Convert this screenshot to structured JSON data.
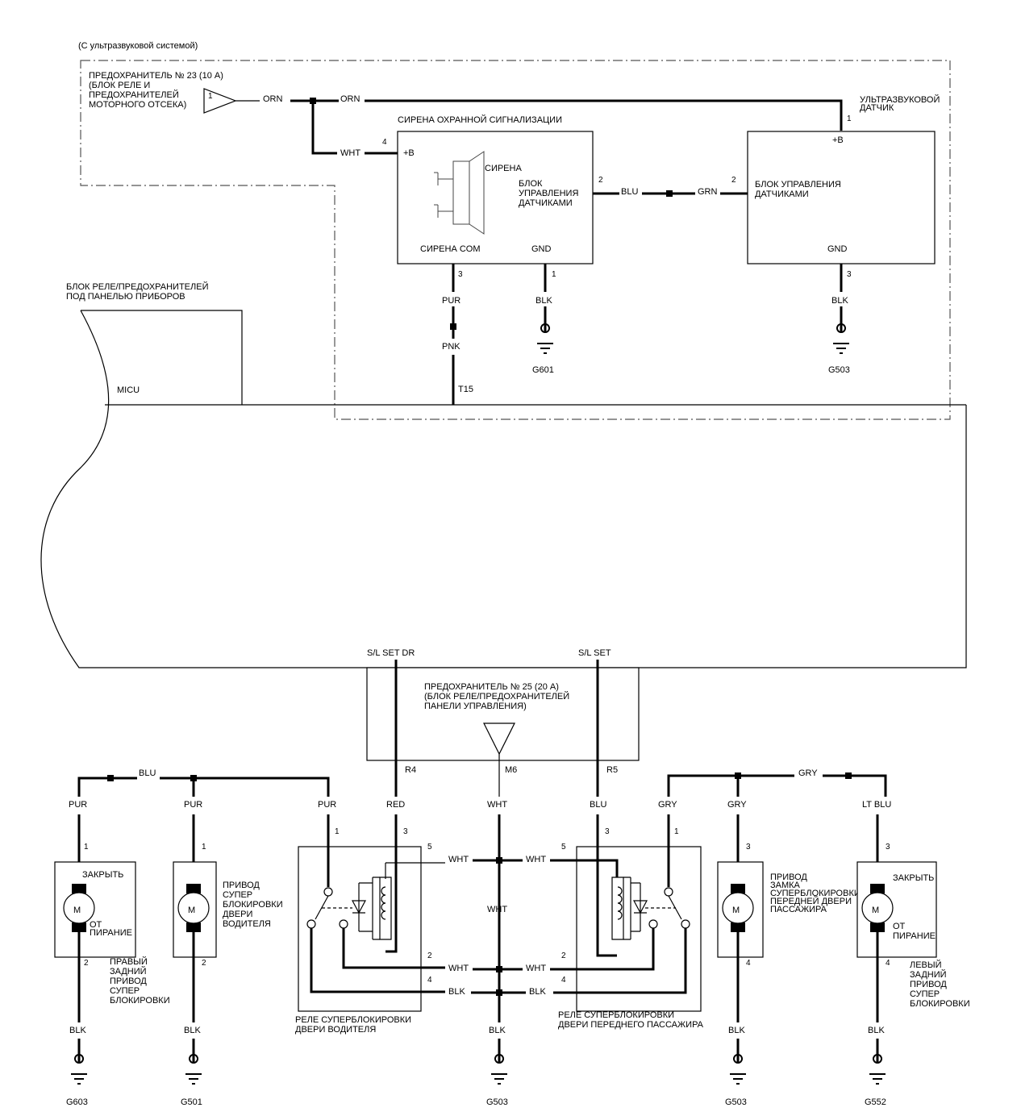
{
  "scope_note": "(С ультразвуковой системой)",
  "fuse23": {
    "line1": "ПРЕДОХРАНИТЕЛЬ № 23 (10 А)",
    "line2": "(БЛОК РЕЛЕ И",
    "line3": "ПРЕДОХРАНИТЕЛЕЙ",
    "line4": "МОТОРНОГО ОТСЕКА)",
    "pin": "1"
  },
  "siren_block": {
    "title": "СИРЕНА ОХРАННОЙ СИГНАЛИЗАЦИИ",
    "plus_b": "+B",
    "siren": "СИРЕНА",
    "ctrl1": "БЛОК",
    "ctrl2": "УПРАВЛЕНИЯ",
    "ctrl3": "ДАТЧИКАМИ",
    "com": "СИРЕНА COM",
    "gnd": "GND",
    "pin_b": "4",
    "pin_ctrl": "2",
    "pin_com": "3",
    "pin_gnd": "1"
  },
  "ultrasonic": {
    "label1": "УЛЬТРАЗВУКОВОЙ",
    "label2": "ДАТЧИК",
    "plus_b": "+B",
    "ctrl1": "БЛОК УПРАВЛЕНИЯ",
    "ctrl2": "ДАТЧИКАМИ",
    "gnd": "GND",
    "pin_b": "1",
    "pin_ctrl": "2",
    "pin_gnd": "3"
  },
  "dash_box": {
    "line1": "БЛОК РЕЛЕ/ПРЕДОХРАНИТЕЛЕЙ",
    "line2": "ПОД ПАНЕЛЬЮ ПРИБОРОВ",
    "micu": "MICU",
    "t15": "T15",
    "sl_set_dr": "S/L SET DR",
    "sl_set": "S/L SET"
  },
  "fuse25": {
    "line1": "ПРЕДОХРАНИТЕЛЬ № 25 (20 А)",
    "line2": "(БЛОК РЕЛЕ/ПРЕДОХРАНИТЕЛЕЙ",
    "line3": "ПАНЕЛИ УПРАВЛЕНИЯ)",
    "r4": "R4",
    "m6": "M6",
    "r5": "R5"
  },
  "wires": {
    "orn": "ORN",
    "wht": "WHT",
    "blu": "BLU",
    "grn": "GRN",
    "pur": "PUR",
    "pnk": "PNK",
    "blk": "BLK",
    "red": "RED",
    "gry": "GRY",
    "lt_blu": "LT BLU"
  },
  "grounds": {
    "g601": "G601",
    "g503": "G503",
    "g603": "G603",
    "g501": "G501",
    "g552": "G552"
  },
  "motor_letter": "M",
  "rr_actuator": {
    "close": "ЗАКРЫТЬ",
    "from1": "ОТ",
    "from2": "ПИРАНИЕ",
    "l1": "ПРАВЫЙ",
    "l2": "ЗАДНИЙ",
    "l3": "ПРИВОД",
    "l4": "СУПЕР",
    "l5": "БЛОКИРОВКИ",
    "pin_top": "1",
    "pin_bot": "2"
  },
  "dr_actuator": {
    "l1": "ПРИВОД",
    "l2": "СУПЕР",
    "l3": "БЛОКИРОВКИ",
    "l4": "ДВЕРИ",
    "l5": "ВОДИТЕЛЯ",
    "pin_top": "1",
    "pin_bot": "2"
  },
  "dr_relay": {
    "l1": "РЕЛЕ СУПЕРБЛОКИРОВКИ",
    "l2": "ДВЕРИ ВОДИТЕЛЯ",
    "p1": "1",
    "p3": "3",
    "p5": "5",
    "p2": "2",
    "p4": "4"
  },
  "pa_relay": {
    "l1": "РЕЛЕ СУПЕРБЛОКИРОВКИ",
    "l2": "ДВЕРИ ПЕРЕДНЕГО ПАССАЖИРА",
    "p3": "3",
    "p1": "1",
    "p5": "5",
    "p2": "2",
    "p4": "4"
  },
  "pa_actuator": {
    "l1": "ПРИВОД",
    "l2": "ЗАМКА",
    "l3": "СУПЕРБЛОКИРОВКИ",
    "l4": "ПЕРЕДНЕЙ ДВЕРИ",
    "l5": "ПАССАЖИРА",
    "pin_top": "3",
    "pin_bot": "4"
  },
  "lr_actuator": {
    "close": "ЗАКРЫТЬ",
    "from1": "ОТ",
    "from2": "ПИРАНИЕ",
    "l1": "ЛЕВЫЙ",
    "l2": "ЗАДНИЙ",
    "l3": "ПРИВОД",
    "l4": "СУПЕР",
    "l5": "БЛОКИРОВКИ",
    "pin_top": "3",
    "pin_bot": "4"
  }
}
